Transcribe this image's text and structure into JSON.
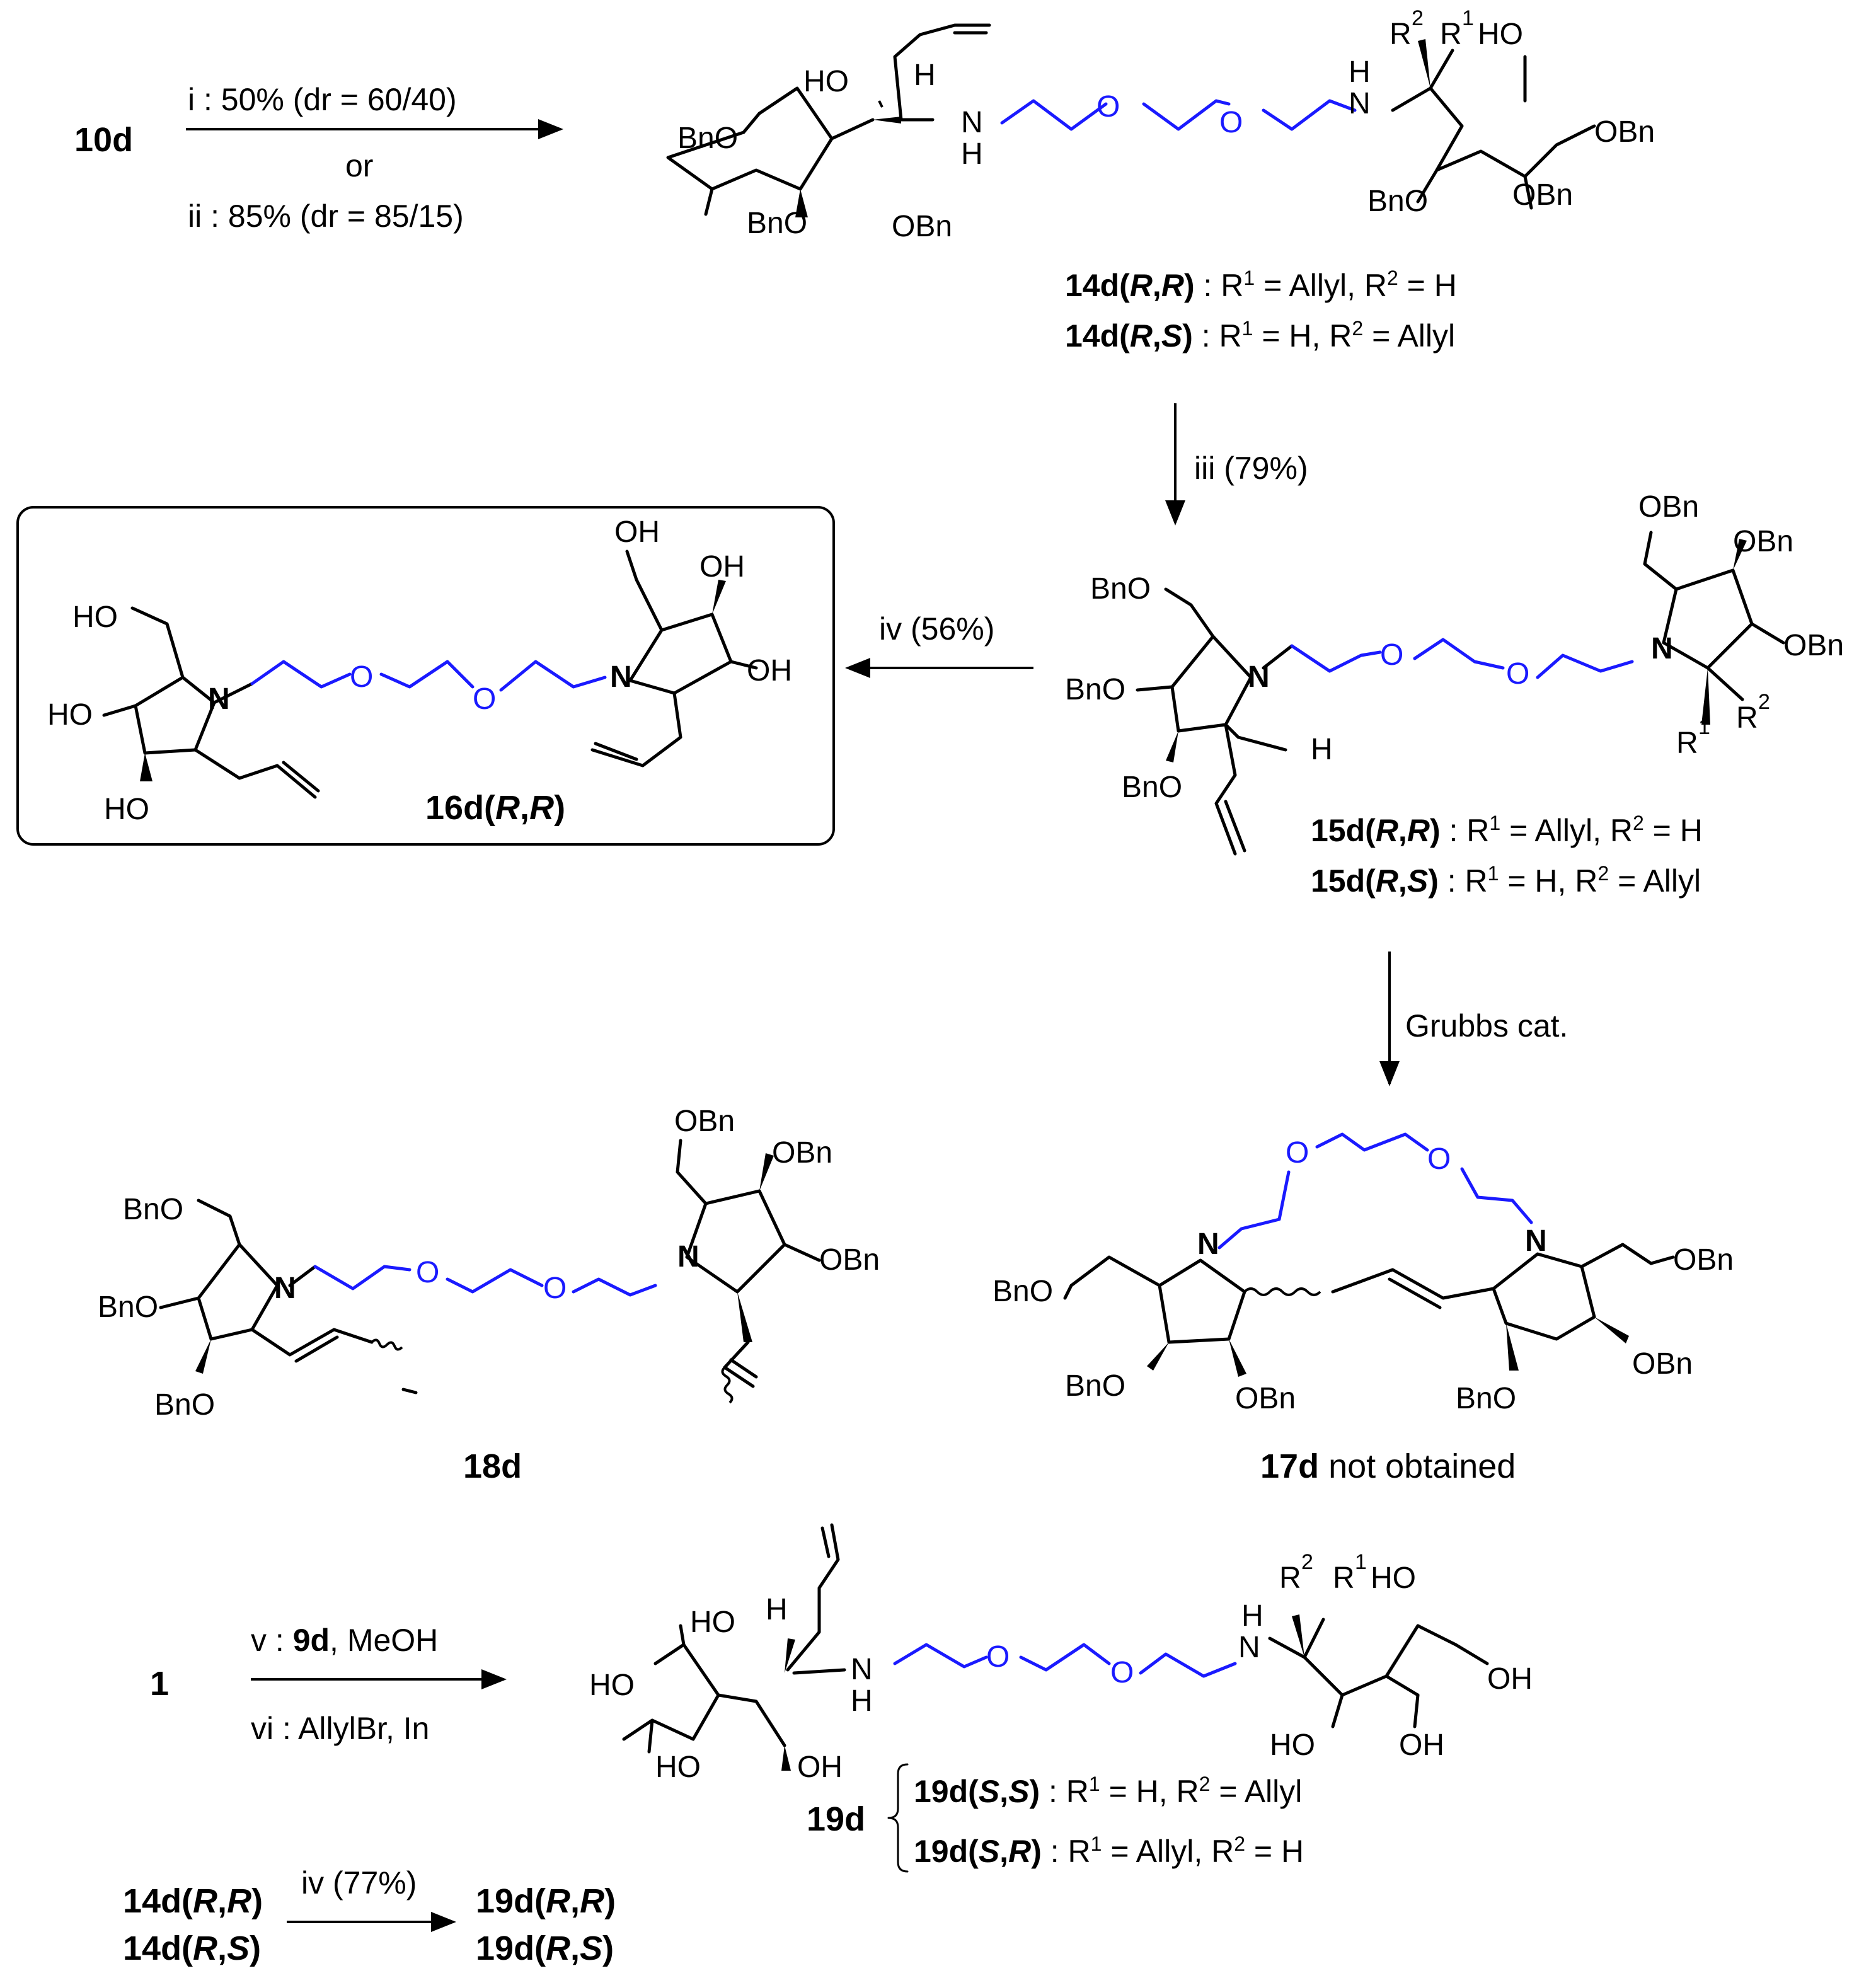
{
  "colors": {
    "bond": "#000000",
    "peg_linker": "#1a1aff",
    "frame": "#000000",
    "background": "#ffffff"
  },
  "step1": {
    "start": "10d",
    "cond_i": "i : 50% (dr = 60/40)",
    "cond_or": "or",
    "cond_ii": "ii : 85% (dr = 85/15)"
  },
  "c14d": {
    "atoms": {
      "ho": "HO",
      "h": "H",
      "bno_left": "BnO",
      "bno_bottom": "BnO",
      "obn": "OBn",
      "n1": "N",
      "nh1": "H",
      "o1": "O",
      "o2": "O",
      "n2": "N",
      "nh2": "H",
      "r2": "R",
      "r2_sup": "2",
      "r1": "R",
      "r1_sup": "1",
      "ho2": "HO",
      "obn2": "OBn",
      "bno3": "BnO",
      "obn3": "OBn"
    },
    "label_rr": {
      "name": "14d(",
      "it1": "R",
      "comma": ",",
      "it2": "R",
      "close": ")",
      "desc": " : R",
      "s1": "1",
      "mid": " = Allyl, R",
      "s2": "2",
      "end": " = H"
    },
    "label_rs": {
      "name": "14d(",
      "it1": "R",
      "comma": ",",
      "it2": "S",
      "close": ")",
      "desc": " : R",
      "s1": "1",
      "mid": " = H, R",
      "s2": "2",
      "end": " = Allyl"
    }
  },
  "step_iii": {
    "cond": "iii (79%)"
  },
  "step_iv": {
    "cond": "iv (56%)"
  },
  "c16d": {
    "atoms": {
      "ho_top": "OH",
      "oh_right_top": "OH",
      "oh_right": "OH",
      "ho_left_top": "HO",
      "ho_left": "HO",
      "ho_bottom": "HO",
      "n1": "N",
      "n2": "N",
      "o1": "O",
      "o2": "O"
    },
    "label": {
      "name": "16d(",
      "it1": "R",
      "comma": ",",
      "it2": "R",
      "close": ")"
    }
  },
  "c15d": {
    "atoms": {
      "obn_top": "OBn",
      "obn_r1": "OBn",
      "obn_r2": "OBn",
      "bno_top": "BnO",
      "bno_mid": "BnO",
      "bno_bot": "BnO",
      "n1": "N",
      "n2": "N",
      "o1": "O",
      "o2": "O",
      "h": "H",
      "r1": "R",
      "r1_sup": "1",
      "r2": "R",
      "r2_sup": "2"
    },
    "label_rr": {
      "name": "15d(",
      "it1": "R",
      "comma": ",",
      "it2": "R",
      "close": ")",
      "desc": " : R",
      "s1": "1",
      "mid": " = Allyl, R",
      "s2": "2",
      "end": " = H"
    },
    "label_rs": {
      "name": "15d(",
      "it1": "R",
      "comma": ",",
      "it2": "S",
      "close": ")",
      "desc": " : R",
      "s1": "1",
      "mid": " = H, R",
      "s2": "2",
      "end": " = Allyl"
    }
  },
  "step_grubbs": {
    "cond": "Grubbs cat."
  },
  "c18d": {
    "atoms": {
      "obn_top": "OBn",
      "obn_r1": "OBn",
      "obn_r2": "OBn",
      "bno_top": "BnO",
      "bno_mid": "BnO",
      "bno_bot": "BnO",
      "n1": "N",
      "n2": "N",
      "o1": "O",
      "o2": "O"
    },
    "label": "18d"
  },
  "c17d": {
    "atoms": {
      "o1": "O",
      "o2": "O",
      "n1": "N",
      "n2": "N",
      "bno_l": "BnO",
      "bno_lb": "BnO",
      "obn_lb": "OBn",
      "obn_r": "OBn",
      "obn_rb": "OBn",
      "bno_rb": "BnO"
    },
    "label_name": "17d",
    "label_note": " not obtained"
  },
  "step_v": {
    "start": "1",
    "cond_v_pre": "v : ",
    "cond_v_bold": "9d",
    "cond_v_post": ", MeOH",
    "cond_vi": "vi : AllylBr, In"
  },
  "c19d": {
    "atoms": {
      "h_top": "H",
      "ho1": "HO",
      "ho2": "HO",
      "ho3": "HO",
      "oh1": "OH",
      "n1": "N",
      "nh1": "H",
      "o1": "O",
      "o2": "O",
      "nh2": "H",
      "n2": "N",
      "r2": "R",
      "r2_sup": "2",
      "r1": "R",
      "r1_sup": "1",
      "ho4": "HO",
      "oh2": "OH",
      "ho5": "HO",
      "oh3": "OH"
    },
    "group": "19d",
    "label_ss": {
      "name": "19d(",
      "it1": "S",
      "comma": ",",
      "it2": "S",
      "close": ")",
      "desc": " : R",
      "s1": "1",
      "mid": " = H, R",
      "s2": "2",
      "end": " = Allyl"
    },
    "label_sr": {
      "name": "19d(",
      "it1": "S",
      "comma": ",",
      "it2": "R",
      "close": ")",
      "desc": " : R",
      "s1": "1",
      "mid": " = Allyl, R",
      "s2": "2",
      "end": " = H"
    }
  },
  "step_last": {
    "cond": "iv (77%)",
    "from_rr": {
      "name": "14d(",
      "it1": "R",
      "comma": ",",
      "it2": "R",
      "close": ")"
    },
    "from_rs": {
      "name": "14d(",
      "it1": "R",
      "comma": ",",
      "it2": "S",
      "close": ")"
    },
    "to_rr": {
      "name": "19d(",
      "it1": "R",
      "comma": ",",
      "it2": "R",
      "close": ")"
    },
    "to_rs": {
      "name": "19d(",
      "it1": "R",
      "comma": ",",
      "it2": "S",
      "close": ")"
    }
  }
}
